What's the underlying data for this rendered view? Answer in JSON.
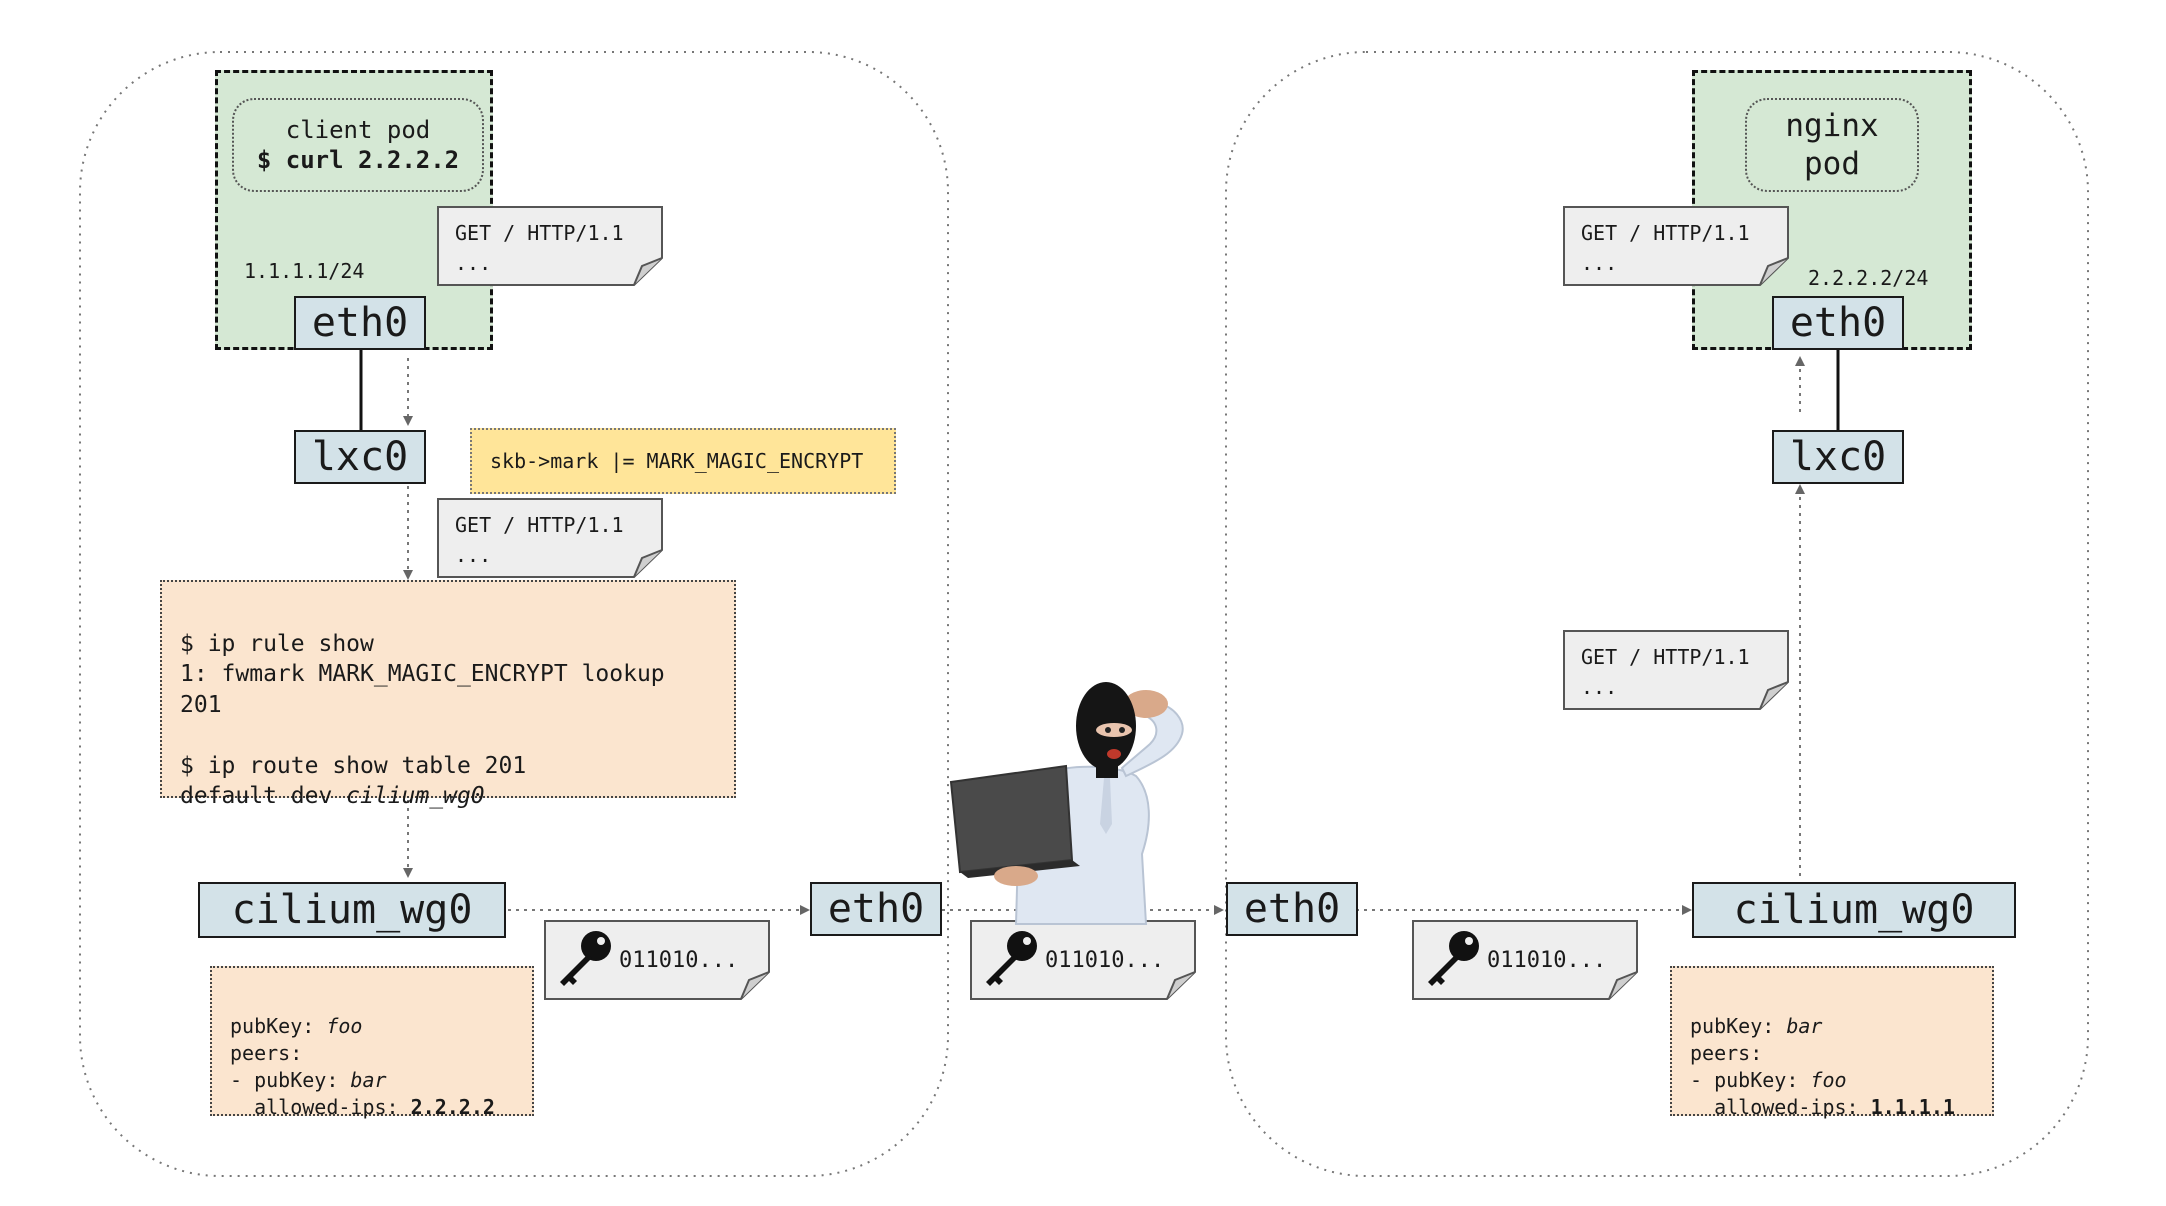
{
  "left_host": {
    "client_pod": {
      "line1": "client pod",
      "line2": "$ curl 2.2.2.2"
    },
    "ip": "1.1.1.1/24",
    "eth0": "eth0",
    "lxc0": "lxc0",
    "mark_note": "skb->mark |= MARK_MAGIC_ENCRYPT",
    "routing": {
      "l1": "$ ip rule show",
      "l2": "1: fwmark MARK_MAGIC_ENCRYPT lookup",
      "l3": "201",
      "l4": "",
      "l5": "$ ip route show table 201",
      "l6_prefix": "default dev ",
      "l6_dev": "cilium_wg0"
    },
    "wg": "cilium_wg0",
    "wg_config": {
      "pubkey_label": "pubKey: ",
      "pubkey": "foo",
      "peers": "peers:",
      "peer_label": "- pubKey: ",
      "peer_key": "bar",
      "allowed_label": "  allowed-ips: ",
      "allowed": "2.2.2.2"
    },
    "host_eth0": "eth0"
  },
  "right_host": {
    "nginx_pod": {
      "line1": "nginx",
      "line2": "pod"
    },
    "ip": "2.2.2.2/24",
    "eth0": "eth0",
    "lxc0": "lxc0",
    "wg": "cilium_wg0",
    "wg_config": {
      "pubkey_label": "pubKey: ",
      "pubkey": "bar",
      "peers": "peers:",
      "peer_label": "- pubKey: ",
      "peer_key": "foo",
      "allowed_label": "  allowed-ips: ",
      "allowed": "1.1.1.1"
    },
    "host_eth0": "eth0"
  },
  "packets": {
    "plain_l1": "GET / HTTP/1.1",
    "plain_l2": "...",
    "encrypted": "011010..."
  },
  "icons": [
    "key-icon",
    "hacker-figure",
    "laptop-icon"
  ],
  "colors": {
    "pod_bg": "#d5e8d4",
    "node_bg": "#d3e2e8",
    "config_bg": "#fbe5cf",
    "mark_bg": "#ffe599",
    "packet_bg": "#eeeeee"
  }
}
